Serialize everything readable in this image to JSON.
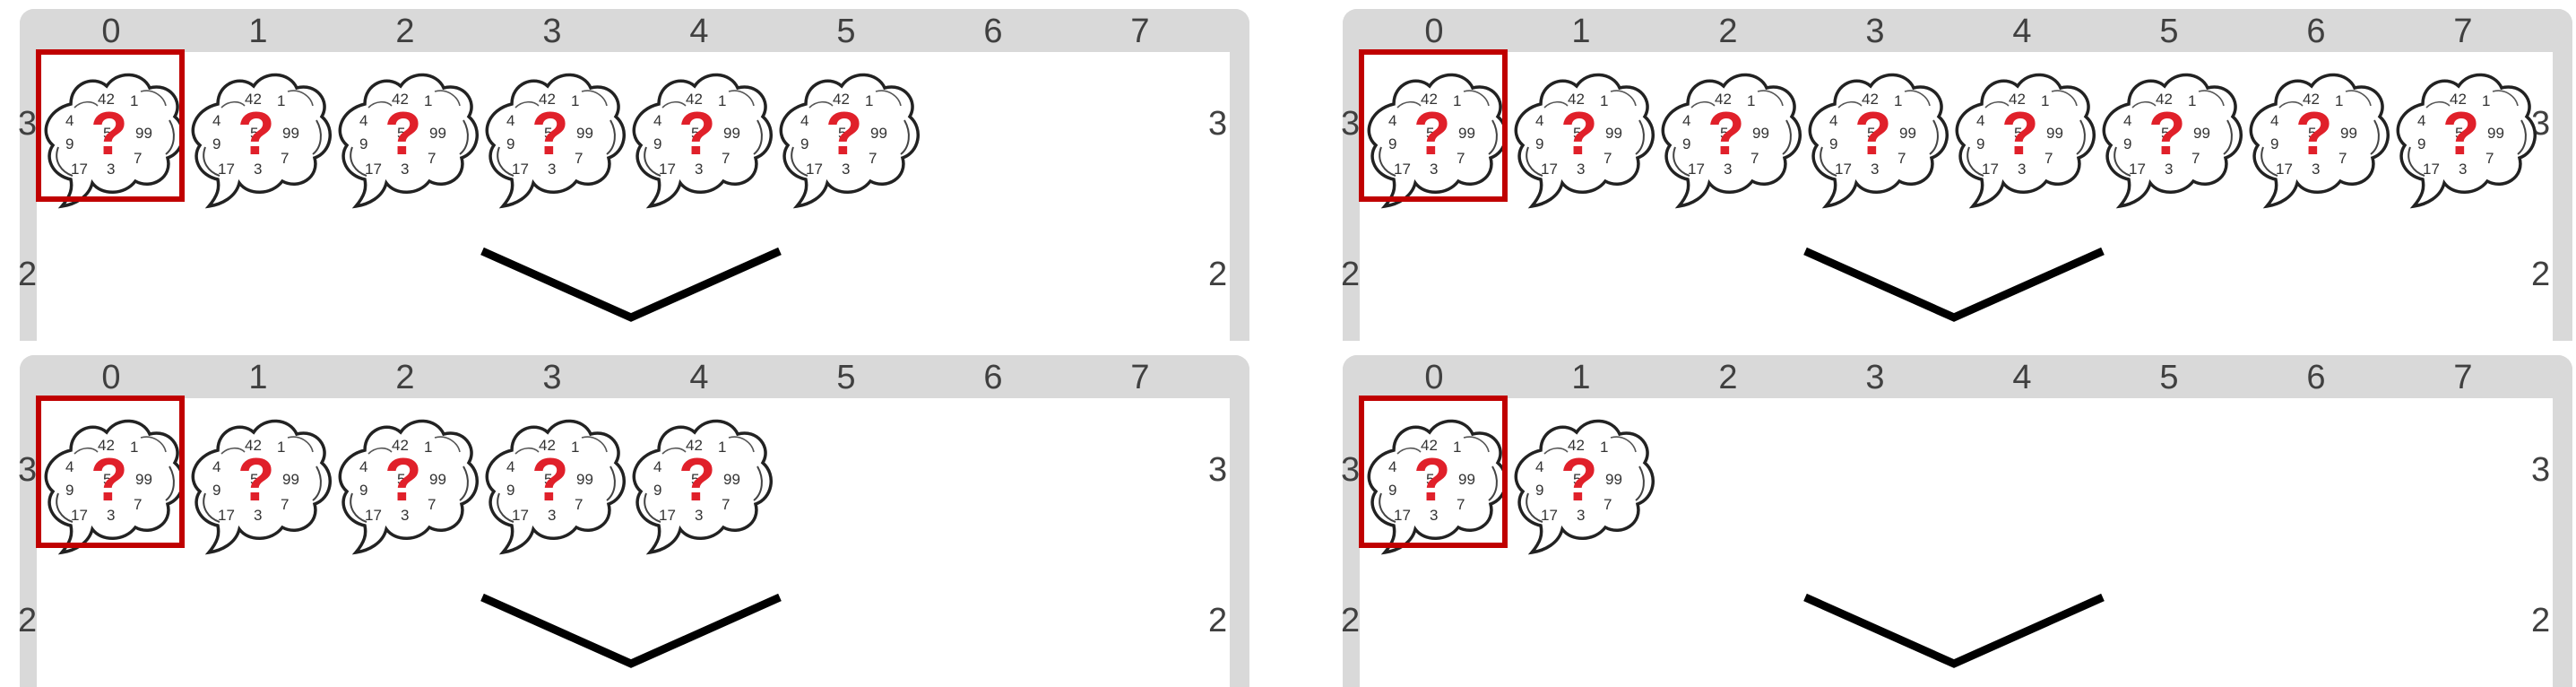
{
  "columns": [
    "0",
    "1",
    "2",
    "3",
    "4",
    "5",
    "6",
    "7"
  ],
  "row_labels": {
    "upper": "3",
    "lower": "2"
  },
  "cloud": {
    "numbers": [
      "42",
      "1",
      "4",
      "99",
      "9",
      "17",
      "3",
      "7",
      "5"
    ],
    "mark": "?"
  },
  "panels": [
    {
      "filled_cells": 6
    },
    {
      "filled_cells": 8
    },
    {
      "filled_cells": 5
    },
    {
      "filled_cells": 2
    }
  ],
  "colors": {
    "selector": "#c00000",
    "question_mark": "#e0202a",
    "bar": "#d9d9d9",
    "chevron": "#000000"
  }
}
